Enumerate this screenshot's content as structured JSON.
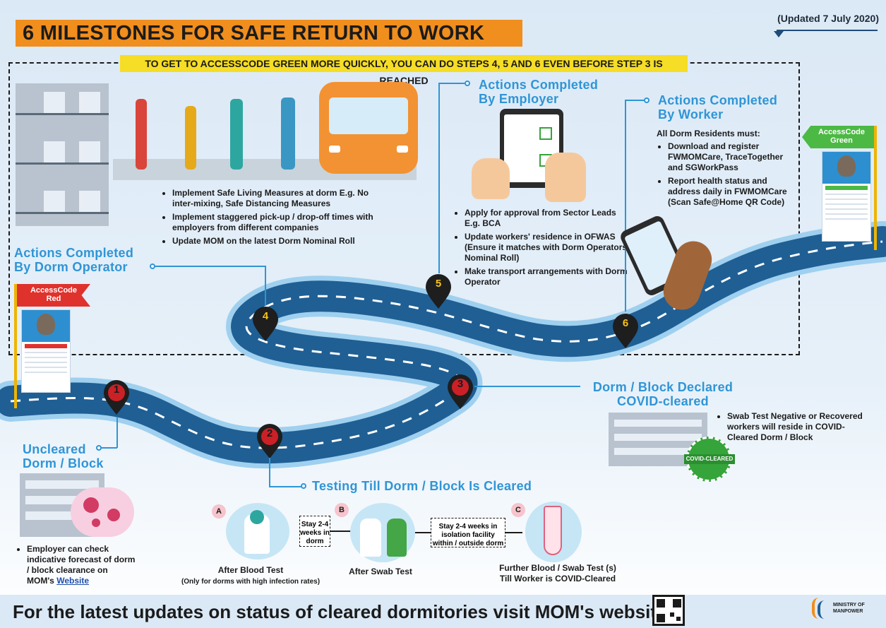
{
  "header": {
    "title": "6 MILESTONES FOR SAFE RETURN TO WORK",
    "updated": "(Updated 7 July 2020)",
    "banner": "TO GET TO ACCESSCODE GREEN MORE QUICKLY, YOU CAN DO STEPS 4, 5 AND 6 EVEN BEFORE STEP 3 IS REACHED"
  },
  "flags": {
    "red_line1": "AccessCode",
    "red_line2": "Red",
    "green_line1": "AccessCode",
    "green_line2": "Green",
    "red_color": "#e0322d",
    "green_color": "#4cb944"
  },
  "dorm_operator": {
    "heading_line1": "Actions Completed",
    "heading_line2": "By Dorm Operator",
    "bullets": [
      "Implement Safe Living Measures at dorm E.g. No inter-mixing, Safe Distancing Measures",
      "Implement staggered pick-up / drop-off times with employers from different companies",
      "Update MOM on the latest Dorm Nominal Roll"
    ]
  },
  "employer": {
    "heading_line1": "Actions Completed",
    "heading_line2": "By Employer",
    "bullets": [
      "Apply for approval from Sector Leads E.g. BCA",
      "Update workers' residence in OFWAS (Ensure it matches with Dorm Operators' Nominal Roll)",
      "Make transport arrangements with Dorm Operator"
    ]
  },
  "worker": {
    "heading_line1": "Actions Completed",
    "heading_line2": "By Worker",
    "intro": "All Dorm Residents must:",
    "bullets": [
      "Download and register FWMOMCare, TraceTogether and SGWorkPass",
      "Report health status and address daily in FWMOMCare (Scan Safe@Home QR Code)"
    ]
  },
  "milestones": {
    "m1": "1",
    "m2": "2",
    "m3": "3",
    "m4": "4",
    "m5": "5",
    "m6": "6",
    "red_pin": "#cc2027",
    "yellow_num": "#f6c21a"
  },
  "uncleared": {
    "heading_line1": "Uncleared",
    "heading_line2": "Dorm / Block",
    "bullet_text": "Employer can check indicative forecast of dorm / block clearance on MOM's",
    "link": "Website"
  },
  "testing": {
    "heading": "Testing Till Dorm / Block Is Cleared",
    "step_a": "A",
    "step_b": "B",
    "step_c": "C",
    "wait1": "Stay 2-4 weeks in dorm",
    "wait2": "Stay 2-4 weeks in isolation facility within / outside dorm",
    "after_blood": "After Blood Test",
    "after_blood_note": "(Only for dorms with high infection rates)",
    "after_swab": "After Swab Test",
    "further_line1": "Further Blood / Swab Test (s)",
    "further_line2": "Till Worker is COVID-Cleared"
  },
  "declared": {
    "heading_line1": "Dorm / Block Declared",
    "heading_line2": "COVID-cleared",
    "bullet": "Swab Test Negative or Recovered workers will reside in COVID-Cleared Dorm / Block",
    "stamp": "COVID-CLEARED"
  },
  "footer": {
    "text": "For the latest updates on status of cleared dormitories visit MOM's website:",
    "logo_line1": "MINISTRY OF",
    "logo_line2": "MANPOWER"
  },
  "colors": {
    "accent_orange": "#f08e1e",
    "banner_yellow": "#f6dd26",
    "heading_blue": "#2f95d6",
    "road_blue": "#1f5f94"
  }
}
